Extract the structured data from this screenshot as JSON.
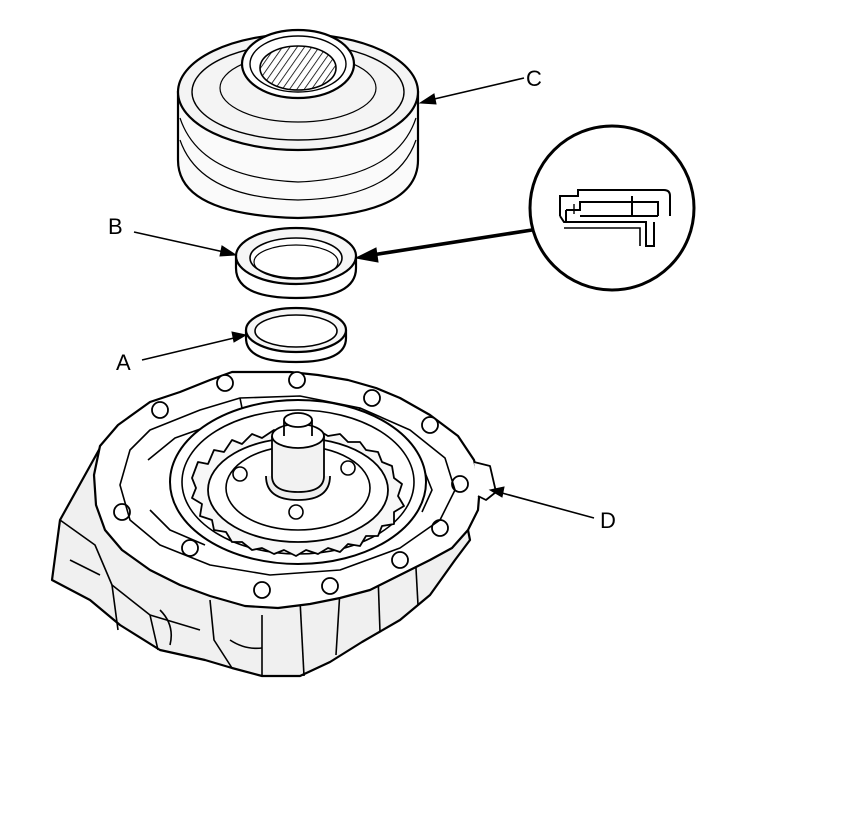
{
  "labels": {
    "a": "A",
    "b": "B",
    "c": "C",
    "d": "D"
  },
  "colors": {
    "ink": "#000000",
    "paper": "#ffffff",
    "shade": "#e6e6e6",
    "light": "#f3f3f3",
    "dark": "#5a5a5a"
  }
}
